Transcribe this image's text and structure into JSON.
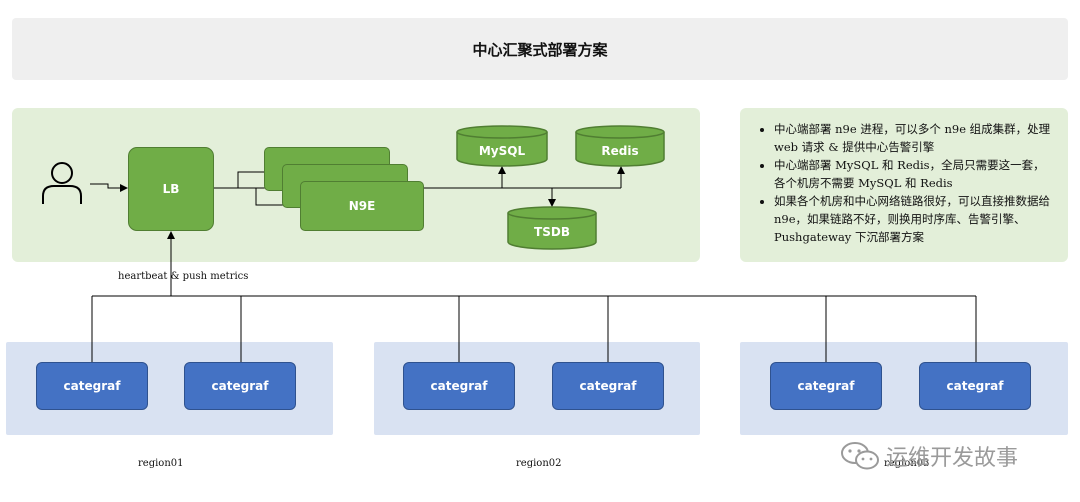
{
  "header": {
    "title": "中心汇聚式部署方案"
  },
  "nodes": {
    "lb": "LB",
    "n9e": "N9E",
    "mysql": "MySQL",
    "redis": "Redis",
    "tsdb": "TSDB"
  },
  "edge_label": "heartbeat & push metrics",
  "notes": [
    "中心端部署 n9e 进程，可以多个 n9e 组成集群，处理 web 请求 & 提供中心告警引擎",
    "中心端部署 MySQL 和 Redis，全局只需要这一套，各个机房不需要 MySQL 和 Redis",
    "如果各个机房和中心网络链路很好，可以直接推数据给 n9e，如果链路不好，则换用时序库、告警引擎、Pushgateway 下沉部署方案"
  ],
  "agents": [
    "categraf",
    "categraf",
    "categraf",
    "categraf",
    "categraf",
    "categraf"
  ],
  "regions": [
    "region01",
    "region02",
    "region03"
  ],
  "watermark": {
    "text": "运维开发故事",
    "icon": "wechat-icon"
  },
  "colors": {
    "green": "#70ad47",
    "blue": "#4472c4",
    "panel_green": "#e3efd9",
    "panel_blue": "#d9e2f2"
  }
}
